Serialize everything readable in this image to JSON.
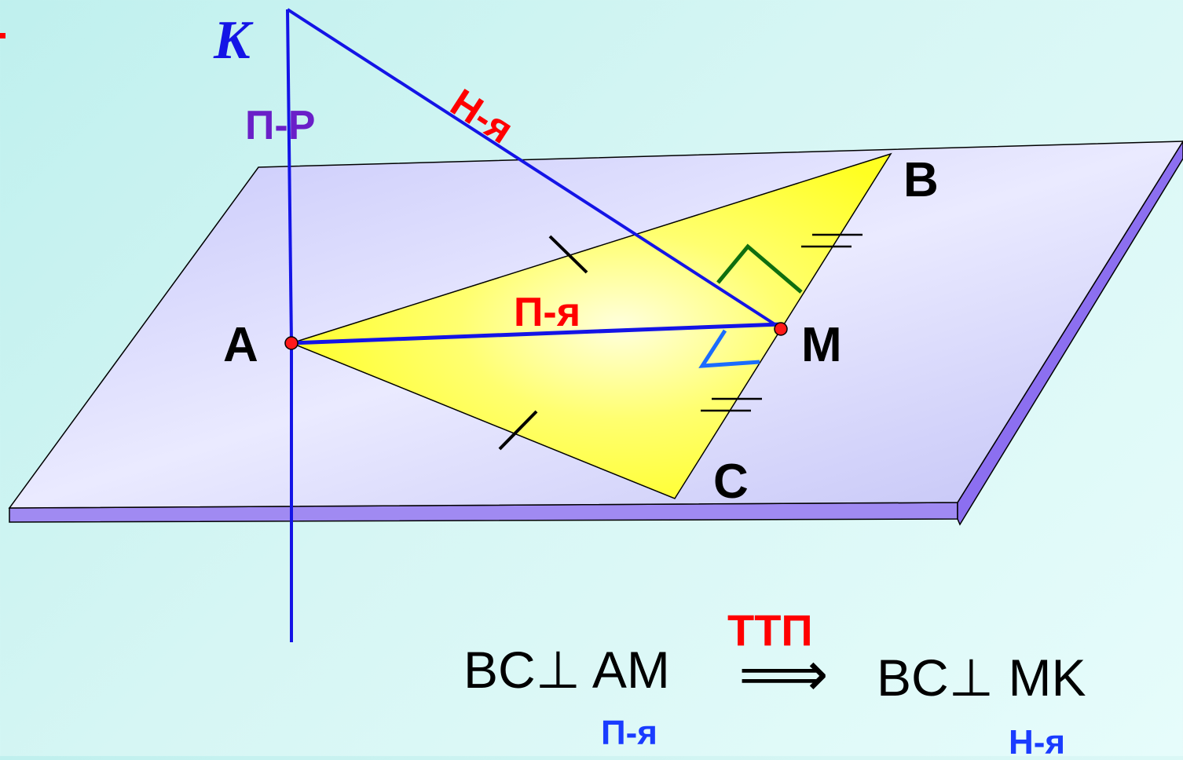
{
  "points": {
    "K": "K",
    "A": "A",
    "B": "B",
    "C": "C",
    "M": "M"
  },
  "line_labels": {
    "perpendicular": "П-Р",
    "inclined": "Н-я",
    "projection": "П-я"
  },
  "theorem": {
    "name": "ТТП",
    "premise": "BC⊥ AM",
    "premise_note": "П-я",
    "arrow": "⟹",
    "conclusion": "BC⊥ MK",
    "conclusion_note": "Н-я"
  },
  "colors": {
    "blue_line": "#1414e6",
    "red_label": "#ff0000",
    "purple_label": "#6a1fc8",
    "plane_top": "#d4d4ff",
    "plane_edge": "#9a7ef0",
    "triangle": "#ffff33",
    "right_angle_green": "#0f6e0f",
    "right_angle_blue": "#1a6cff",
    "point": "#ff1a1a",
    "note_blue": "#1a3cff"
  }
}
